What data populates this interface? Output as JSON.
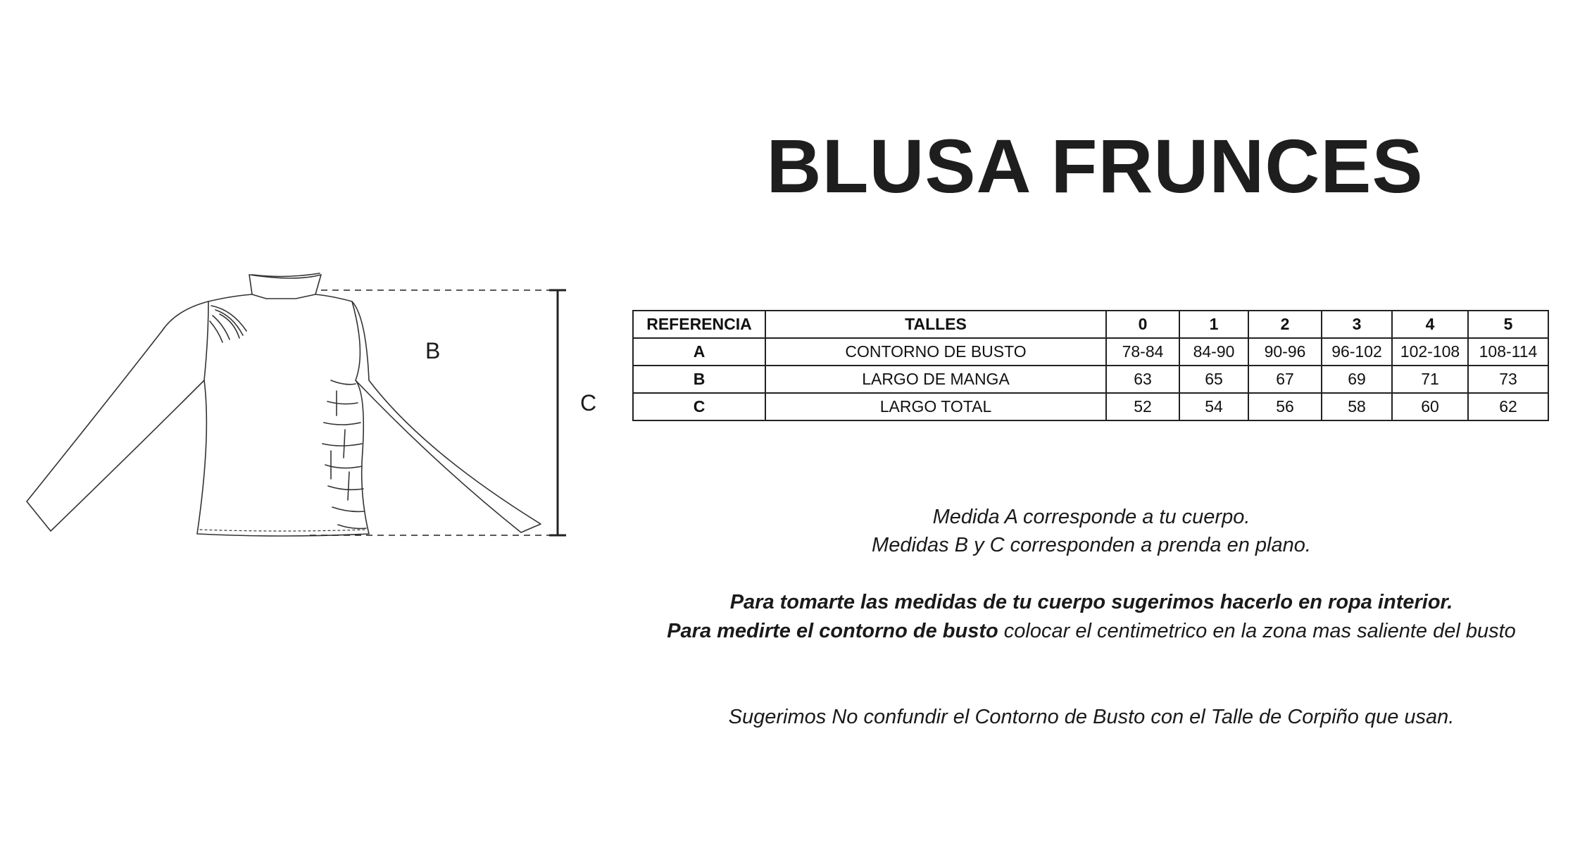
{
  "title": "BLUSA FRUNCES",
  "diagram": {
    "label_b": "B",
    "label_c": "C"
  },
  "table": {
    "headers": [
      "REFERENCIA",
      "TALLES",
      "0",
      "1",
      "2",
      "3",
      "4",
      "5"
    ],
    "rows": [
      {
        "ref": "A",
        "measure": "CONTORNO DE BUSTO",
        "values": [
          "78-84",
          "84-90",
          "90-96",
          "96-102",
          "102-108",
          "108-114"
        ]
      },
      {
        "ref": "B",
        "measure": "LARGO DE MANGA",
        "values": [
          "63",
          "65",
          "67",
          "69",
          "71",
          "73"
        ]
      },
      {
        "ref": "C",
        "measure": "LARGO TOTAL",
        "values": [
          "52",
          "54",
          "56",
          "58",
          "60",
          "62"
        ]
      }
    ]
  },
  "notes": {
    "line1": "Medida A corresponde a tu cuerpo.",
    "line2": "Medidas B y C corresponden a prenda en plano.",
    "line3": "Para tomarte las medidas de tu cuerpo sugerimos hacerlo en ropa interior.",
    "line4_bold": "Para medirte el contorno de busto",
    "line4_rest": " colocar el centimetrico en la zona mas saliente del busto",
    "line5": "Sugerimos No confundir el Contorno de Busto con el Talle de Corpiño que usan."
  }
}
